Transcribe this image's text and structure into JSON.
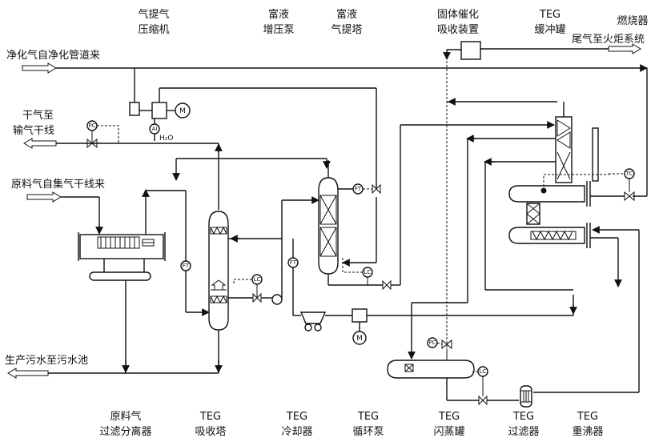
{
  "top_labels": {
    "gas_compressor": [
      "气提气",
      "压缩机"
    ],
    "rich_pump": [
      "富液",
      "增压泵"
    ],
    "rich_stripper": [
      "富液",
      "气提塔"
    ],
    "solid_catalytic": [
      "固体催化",
      "吸收装置"
    ],
    "teg_buffer": [
      "TEG",
      "缓冲罐"
    ],
    "burner": "燃烧器"
  },
  "stream_labels": {
    "tail_gas": "尾气至火炬系统",
    "purified_gas": "净化气自净化管道来",
    "dry_gas": [
      "干气至",
      "输气干线"
    ],
    "raw_gas": "原料气自集气干线来",
    "wastewater": "生产污水至污水池"
  },
  "bottom_labels": {
    "raw_filter": [
      "原料气",
      "过滤分离器"
    ],
    "teg_absorber": [
      "TEG",
      "吸收塔"
    ],
    "teg_cooler": [
      "TEG",
      "冷却器"
    ],
    "teg_pump": [
      "TEG",
      "循环泵"
    ],
    "flash_tank": [
      "TEG",
      "闪蒸罐"
    ],
    "teg_filter": [
      "TEG",
      "过滤器"
    ],
    "teg_reboiler": [
      "TEG",
      "重沸器"
    ]
  },
  "instrument_tags": {
    "pc_dry": "PC",
    "ai": "AI",
    "h2o": "H₂O",
    "ft_raw": "FT",
    "lc_absorber": "LC",
    "ft_stripper": "FT",
    "lc_stripper": "LC",
    "ft_cooler": "FT",
    "tc": "TC",
    "pc_flash": "PC",
    "lc_flash": "LC",
    "motor_comp": "M",
    "motor_pump": "M"
  }
}
